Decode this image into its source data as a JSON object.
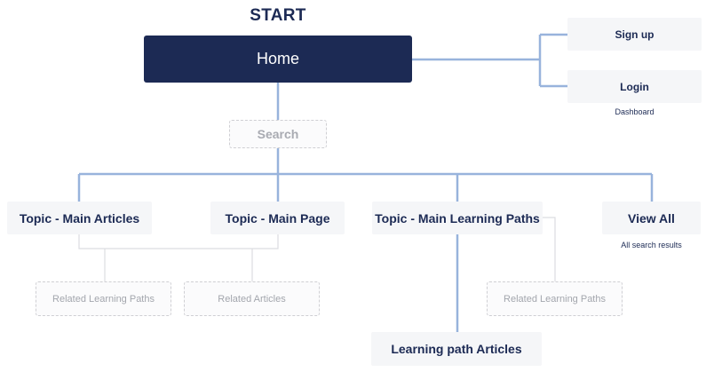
{
  "title": "START",
  "nodes": {
    "home": "Home",
    "sign_up": "Sign up",
    "login": "Login",
    "search": "Search",
    "topic_main_articles": "Topic - Main Articles",
    "topic_main_page": "Topic - Main Page",
    "topic_main_learning_paths": "Topic - Main Learning Paths",
    "view_all": "View All",
    "related_learning_paths_left": "Related Learning Paths",
    "related_articles": "Related Articles",
    "related_learning_paths_right": "Related Learning Paths",
    "learning_path_articles": "Learning path Articles"
  },
  "notes": {
    "dashboard": "Dashboard",
    "all_search_results": "All search results"
  },
  "colors": {
    "primary": "#1c2a54",
    "connector": "#98b3dc",
    "secondary_connector": "#dcdde1",
    "node_fill": "#f5f6f8",
    "dashed_border": "#cfcfd3"
  }
}
